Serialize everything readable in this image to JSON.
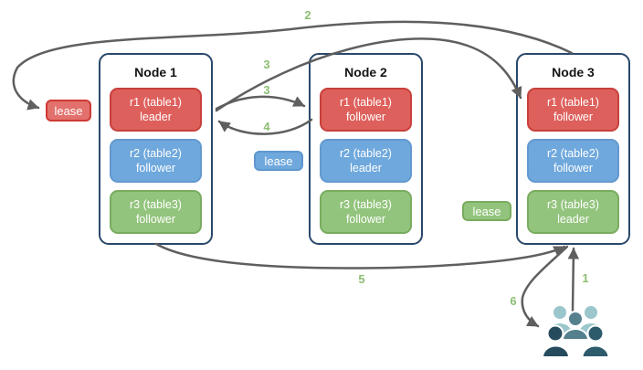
{
  "diagram": {
    "nodes": [
      {
        "title": "Node 1",
        "replicas": [
          {
            "name": "r1 (table1)",
            "role": "leader"
          },
          {
            "name": "r2 (table2)",
            "role": "follower"
          },
          {
            "name": "r3 (table3)",
            "role": "follower"
          }
        ]
      },
      {
        "title": "Node 2",
        "replicas": [
          {
            "name": "r1 (table1)",
            "role": "follower"
          },
          {
            "name": "r2 (table2)",
            "role": "leader"
          },
          {
            "name": "r3 (table3)",
            "role": "follower"
          }
        ]
      },
      {
        "title": "Node 3",
        "replicas": [
          {
            "name": "r1 (table1)",
            "role": "follower"
          },
          {
            "name": "r2 (table2)",
            "role": "follower"
          },
          {
            "name": "r3 (table3)",
            "role": "leader"
          }
        ]
      }
    ],
    "leases": [
      {
        "label": "lease",
        "color": "#E2706C"
      },
      {
        "label": "lease",
        "color": "#6FA8DC"
      },
      {
        "label": "lease",
        "color": "#93C47D"
      }
    ],
    "steps": [
      "1",
      "2",
      "3",
      "3",
      "4",
      "5",
      "6"
    ],
    "colors": {
      "node_border": "#2A486B",
      "replica_red": "#DE605C",
      "replica_blue": "#6FA8DC",
      "replica_green": "#93C47D",
      "arrow": "#5F5F5F",
      "step_label": "#8CBE72",
      "users_light": "#9BC7CC",
      "users_medium": "#55808E",
      "users_dark_left": "#264B5C",
      "users_dark_right": "#2E5B6B"
    }
  }
}
